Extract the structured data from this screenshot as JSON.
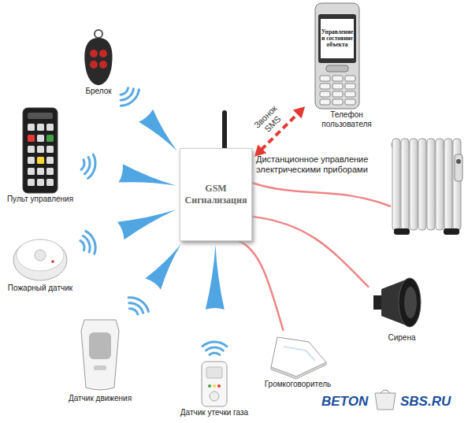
{
  "diagram": {
    "nodes": [
      {
        "text": [
          "Брелок"
        ]
      },
      {
        "text": [
          "Управление и состояние объекта",
          "Телефон пользователя"
        ]
      },
      {
        "text": [
          "Пульт управления"
        ]
      },
      {
        "text": [
          "GSM Сигнализация"
        ]
      },
      {
        "text": [
          "Пожарный датчик"
        ]
      },
      {
        "text": [
          "Сирена"
        ]
      },
      {
        "text": [
          "Громкоговоритель"
        ]
      },
      {
        "text": [
          "Датчик движения"
        ]
      },
      {
        "text": [
          "Датчик утечки газа"
        ]
      }
    ],
    "edges": [
      {
        "from": 0,
        "to": 3,
        "arrow": "to"
      },
      {
        "from": 2,
        "to": 3,
        "arrow": "to"
      },
      {
        "from": 4,
        "to": 3,
        "arrow": "to"
      },
      {
        "from": 7,
        "to": 3,
        "arrow": "to"
      },
      {
        "from": 8,
        "to": 3,
        "arrow": "to"
      },
      {
        "from": 3,
        "to": 1,
        "label": "Звонок SMS",
        "arrow": "both"
      },
      {
        "from": 3,
        "to": 5,
        "arrow": "none"
      },
      {
        "from": 3,
        "to": 6,
        "arrow": "none"
      }
    ],
    "labels": [
      "Дистанционное управление электрическими приборами",
      "BETON",
      "SBS.RU"
    ]
  }
}
